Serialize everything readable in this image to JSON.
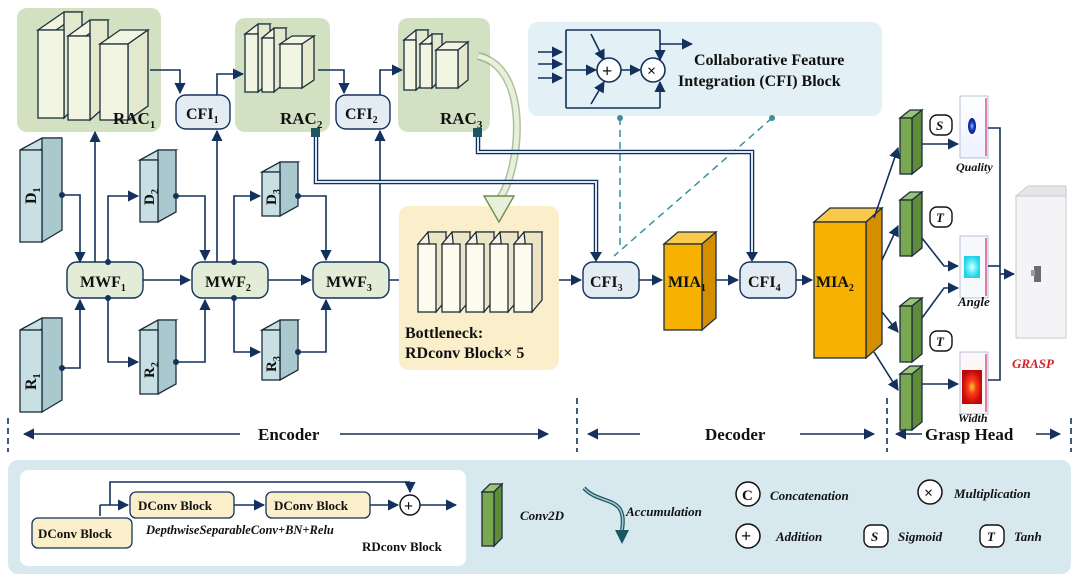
{
  "encoder": {
    "rac1": "RAC",
    "rac1_sub": "1",
    "rac2": "RAC",
    "rac2_sub": "2",
    "rac3": "RAC",
    "rac3_sub": "3",
    "cfi1": "CFI",
    "cfi1_sub": "1",
    "cfi2": "CFI",
    "cfi2_sub": "2",
    "mwf1": "MWF",
    "mwf1_sub": "1",
    "mwf2": "MWF",
    "mwf2_sub": "2",
    "mwf3": "MWF",
    "mwf3_sub": "3",
    "d1": "D",
    "d1_sub": "1",
    "d2": "D",
    "d2_sub": "2",
    "d3": "D",
    "d3_sub": "3",
    "r1": "R",
    "r1_sub": "1",
    "r2": "R",
    "r2_sub": "2",
    "r3": "R",
    "r3_sub": "3"
  },
  "bottleneck": {
    "line1": "Bottleneck:",
    "line2": "RDconv Block× 5"
  },
  "decoder": {
    "cfi3": "CFI",
    "cfi3_sub": "3",
    "cfi4": "CFI",
    "cfi4_sub": "4",
    "mia1": "MIA",
    "mia1_sub": "1",
    "mia2": "MIA",
    "mia2_sub": "2"
  },
  "cfi_block": {
    "title_line1": "Collaborative Feature",
    "title_line2": "Integration (CFI) Block"
  },
  "grasp_head": {
    "s_badge": "S",
    "t_badge": "T",
    "quality": "Quality",
    "angle": "Angle",
    "width": "Width",
    "grasp": "GRASP"
  },
  "sections": {
    "encoder": "Encoder",
    "decoder": "Decoder",
    "grasp_head": "Grasp Head"
  },
  "legend": {
    "dconv1": "DConv Block",
    "dconv2": "DConv Block",
    "dconv3": "DConv Block",
    "dw_desc": "DepthwiseSeparableConv+BN+Relu",
    "rdconv": "RDconv Block",
    "conv2d": "Conv2D",
    "accumulation": "Accumulation",
    "c_symbol": "C",
    "concatenation": "Concatenation",
    "x_symbol": "×",
    "multiplication": "Multiplication",
    "plus_symbol": "+",
    "addition": "Addition",
    "s_symbol": "S",
    "sigmoid": "Sigmoid",
    "t_symbol": "T",
    "tanh": "Tanh"
  },
  "colors": {
    "rac_bg": "#d3e1c3",
    "block_fill": "#f3f5e3",
    "depth_fill": "#c8dfe3",
    "bottleneck_bg": "#fbeecb",
    "mia_fill": "#f7b100",
    "conv2d_fill": "#7aa852",
    "legend_bg": "#d7e8ef",
    "cfi_bg": "#e3f0f5",
    "dark_blue": "#13315c",
    "grasp_red": "#d81f26"
  }
}
